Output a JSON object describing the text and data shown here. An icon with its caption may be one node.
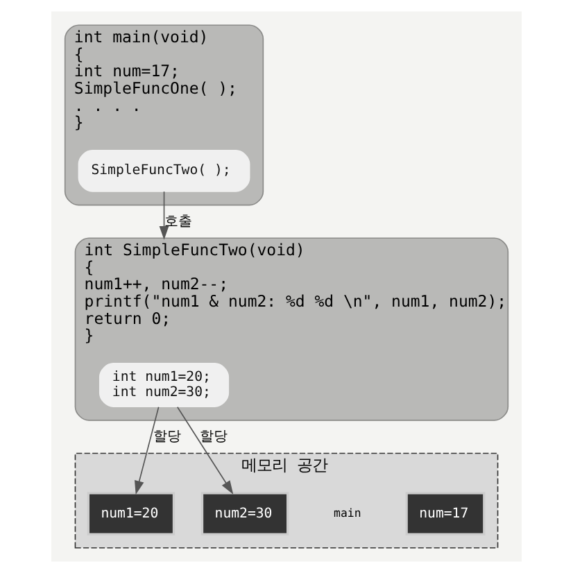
{
  "diagram": {
    "nodes": [
      {
        "text": [
          "int main(void)",
          "{",
          "int num=17;",
          "SimpleFuncOne( );",
          ". . . .",
          "}"
        ]
      },
      {
        "text": [
          "SimpleFuncTwo( );"
        ],
        "in": 0
      },
      {
        "text": [
          "메모리 공간"
        ]
      },
      {
        "text": [
          "num=17"
        ],
        "in": 2,
        "beside": [
          "main"
        ]
      },
      {
        "text": [
          "num1=20"
        ],
        "in": 2
      },
      {
        "text": [
          "num2=30"
        ],
        "in": 2
      },
      {
        "text": [
          "int SimpleFuncTwo(void)",
          "{",
          "num1++, num2--;",
          "printf(\"num1 & num2: %d %d \\n\", num1, num2);",
          "return 0;",
          "}"
        ]
      },
      {
        "text": [
          "int num1=20;",
          "int num2=30;"
        ],
        "in": 6
      }
    ],
    "edges": [
      {
        "from": 1,
        "to": 6,
        "arrow": "to",
        "label": "호출"
      },
      {
        "from": 7,
        "to": 4,
        "arrow": "to",
        "label": "할당"
      },
      {
        "from": 7,
        "to": 5,
        "arrow": "to",
        "label": "할당"
      }
    ]
  }
}
